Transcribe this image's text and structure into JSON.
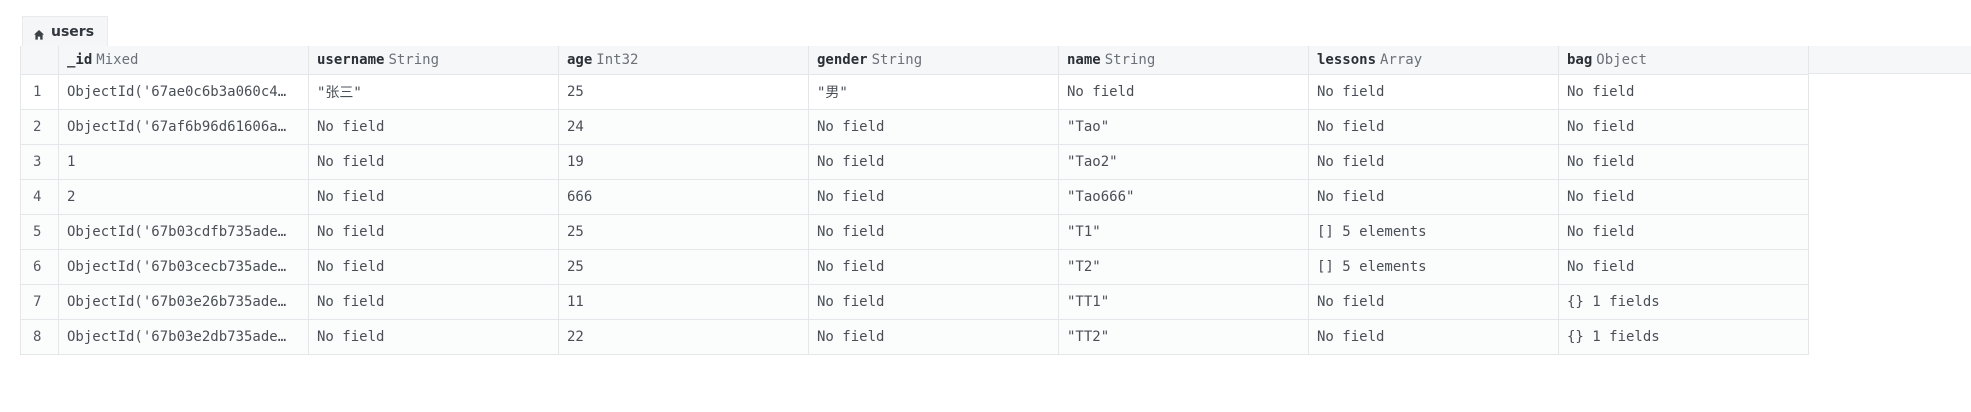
{
  "tab": {
    "label": "users",
    "icon": "home-icon"
  },
  "columns": [
    {
      "name": "",
      "type": ""
    },
    {
      "name": "_id",
      "type": "Mixed"
    },
    {
      "name": "username",
      "type": "String"
    },
    {
      "name": "age",
      "type": "Int32"
    },
    {
      "name": "gender",
      "type": "String"
    },
    {
      "name": "name",
      "type": "String"
    },
    {
      "name": "lessons",
      "type": "Array"
    },
    {
      "name": "bag",
      "type": "Object"
    }
  ],
  "rows": [
    {
      "n": "1",
      "id": "ObjectId('67ae0c6b3a060c4…",
      "id_kind": "oid",
      "username": "\"张三\"",
      "username_kind": "str",
      "age": "25",
      "gender": "\"男\"",
      "gender_kind": "str",
      "name": "No field",
      "name_kind": "none",
      "lessons": "No field",
      "lessons_kind": "none",
      "bag": "No field",
      "bag_kind": "none"
    },
    {
      "n": "2",
      "id": "ObjectId('67af6b96d61606a…",
      "id_kind": "oid",
      "username": "No field",
      "username_kind": "none",
      "age": "24",
      "gender": "No field",
      "gender_kind": "none",
      "name": "\"Tao\"",
      "name_kind": "str",
      "lessons": "No field",
      "lessons_kind": "none",
      "bag": "No field",
      "bag_kind": "none"
    },
    {
      "n": "3",
      "id": "1",
      "id_kind": "num",
      "username": "No field",
      "username_kind": "none",
      "age": "19",
      "gender": "No field",
      "gender_kind": "none",
      "name": "\"Tao2\"",
      "name_kind": "str",
      "lessons": "No field",
      "lessons_kind": "none",
      "bag": "No field",
      "bag_kind": "none"
    },
    {
      "n": "4",
      "id": "2",
      "id_kind": "num",
      "username": "No field",
      "username_kind": "none",
      "age": "666",
      "gender": "No field",
      "gender_kind": "none",
      "name": "\"Tao666\"",
      "name_kind": "str",
      "lessons": "No field",
      "lessons_kind": "none",
      "bag": "No field",
      "bag_kind": "none"
    },
    {
      "n": "5",
      "id": "ObjectId('67b03cdfb735ade…",
      "id_kind": "oid",
      "username": "No field",
      "username_kind": "none",
      "age": "25",
      "gender": "No field",
      "gender_kind": "none",
      "name": "\"T1\"",
      "name_kind": "str",
      "lessons": "[] 5 elements",
      "lessons_kind": "arr",
      "bag": "No field",
      "bag_kind": "none"
    },
    {
      "n": "6",
      "id": "ObjectId('67b03cecb735ade…",
      "id_kind": "oid",
      "username": "No field",
      "username_kind": "none",
      "age": "25",
      "gender": "No field",
      "gender_kind": "none",
      "name": "\"T2\"",
      "name_kind": "str",
      "lessons": "[] 5 elements",
      "lessons_kind": "arr",
      "bag": "No field",
      "bag_kind": "none"
    },
    {
      "n": "7",
      "id": "ObjectId('67b03e26b735ade…",
      "id_kind": "oid",
      "username": "No field",
      "username_kind": "none",
      "age": "11",
      "gender": "No field",
      "gender_kind": "none",
      "name": "\"TT1\"",
      "name_kind": "str",
      "lessons": "No field",
      "lessons_kind": "none",
      "bag": "{} 1 fields",
      "bag_kind": "obj"
    },
    {
      "n": "8",
      "id": "ObjectId('67b03e2db735ade…",
      "id_kind": "oid",
      "username": "No field",
      "username_kind": "none",
      "age": "22",
      "gender": "No field",
      "gender_kind": "none",
      "name": "\"TT2\"",
      "name_kind": "str",
      "lessons": "No field",
      "lessons_kind": "none",
      "bag": "{} 1 fields",
      "bag_kind": "obj"
    }
  ],
  "colors": {
    "objectid": "#cf4b2e",
    "number": "#3a6fc4",
    "string": "#2f7a3e",
    "plain": "#4a4f57"
  }
}
